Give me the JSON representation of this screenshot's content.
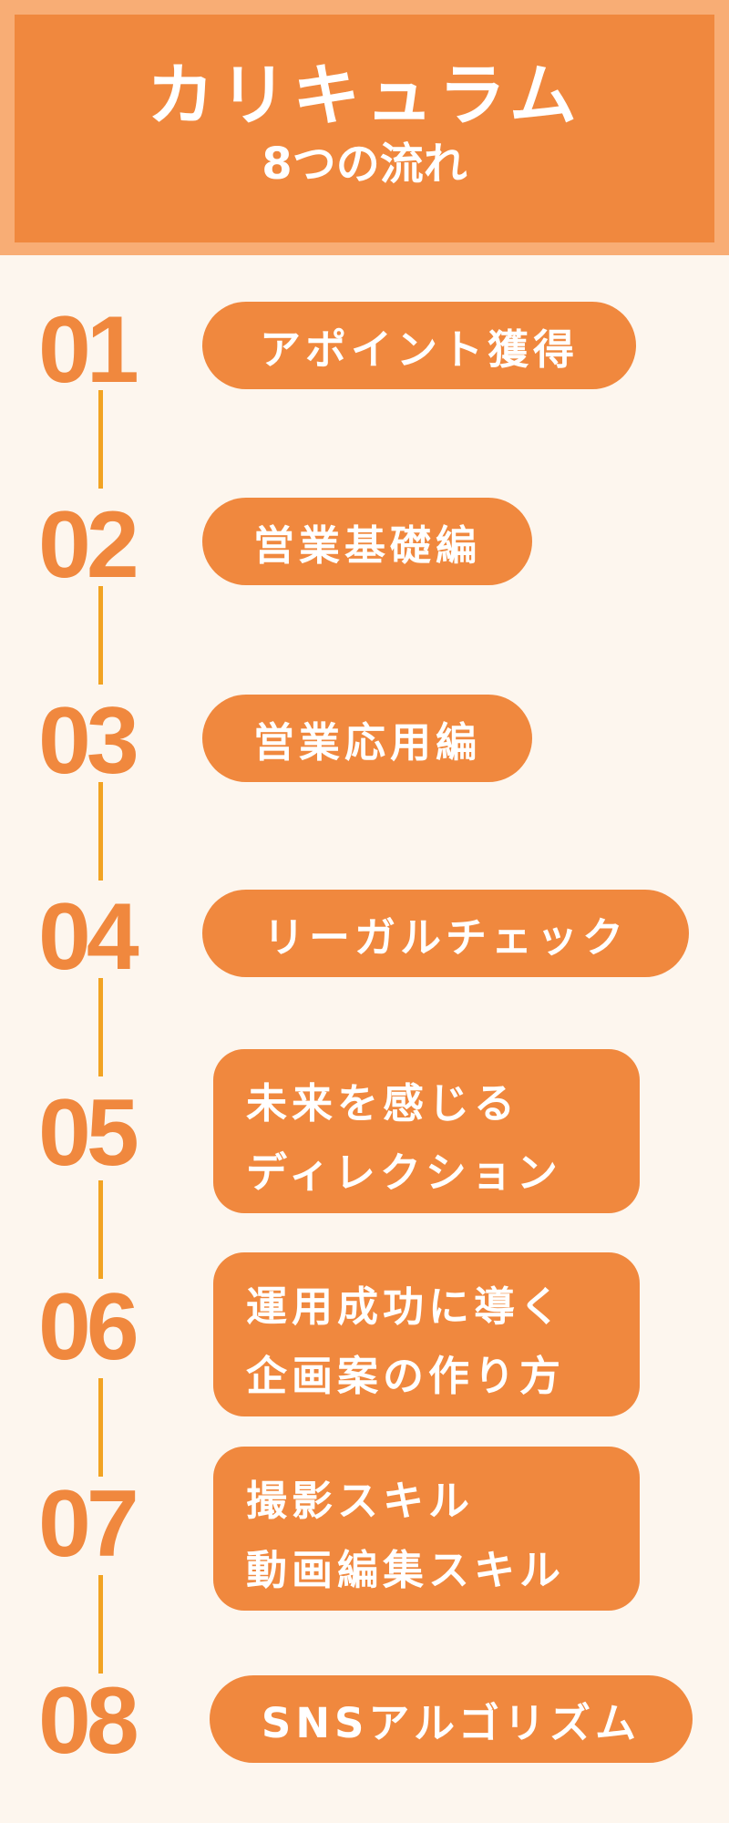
{
  "header": {
    "title": "カリキュラム",
    "subtitle": "8つの流れ"
  },
  "steps": [
    {
      "number": "01",
      "lines": [
        "アポイント獲得"
      ]
    },
    {
      "number": "02",
      "lines": [
        "営業基礎編"
      ]
    },
    {
      "number": "03",
      "lines": [
        "営業応用編"
      ]
    },
    {
      "number": "04",
      "lines": [
        "リーガルチェック"
      ]
    },
    {
      "number": "05",
      "lines": [
        "未来を感じる",
        "ディレクション"
      ]
    },
    {
      "number": "06",
      "lines": [
        "運用成功に導く",
        "企画案の作り方"
      ]
    },
    {
      "number": "07",
      "lines": [
        "撮影スキル",
        "動画編集スキル"
      ]
    },
    {
      "number": "08",
      "lines": [
        "SNSアルゴリズム"
      ]
    }
  ],
  "colors": {
    "background": "#fdf6ee",
    "header_outer": "#f8ad75",
    "accent": "#f0883e",
    "connector": "#f2a322",
    "text_on_accent": "#ffffff"
  }
}
